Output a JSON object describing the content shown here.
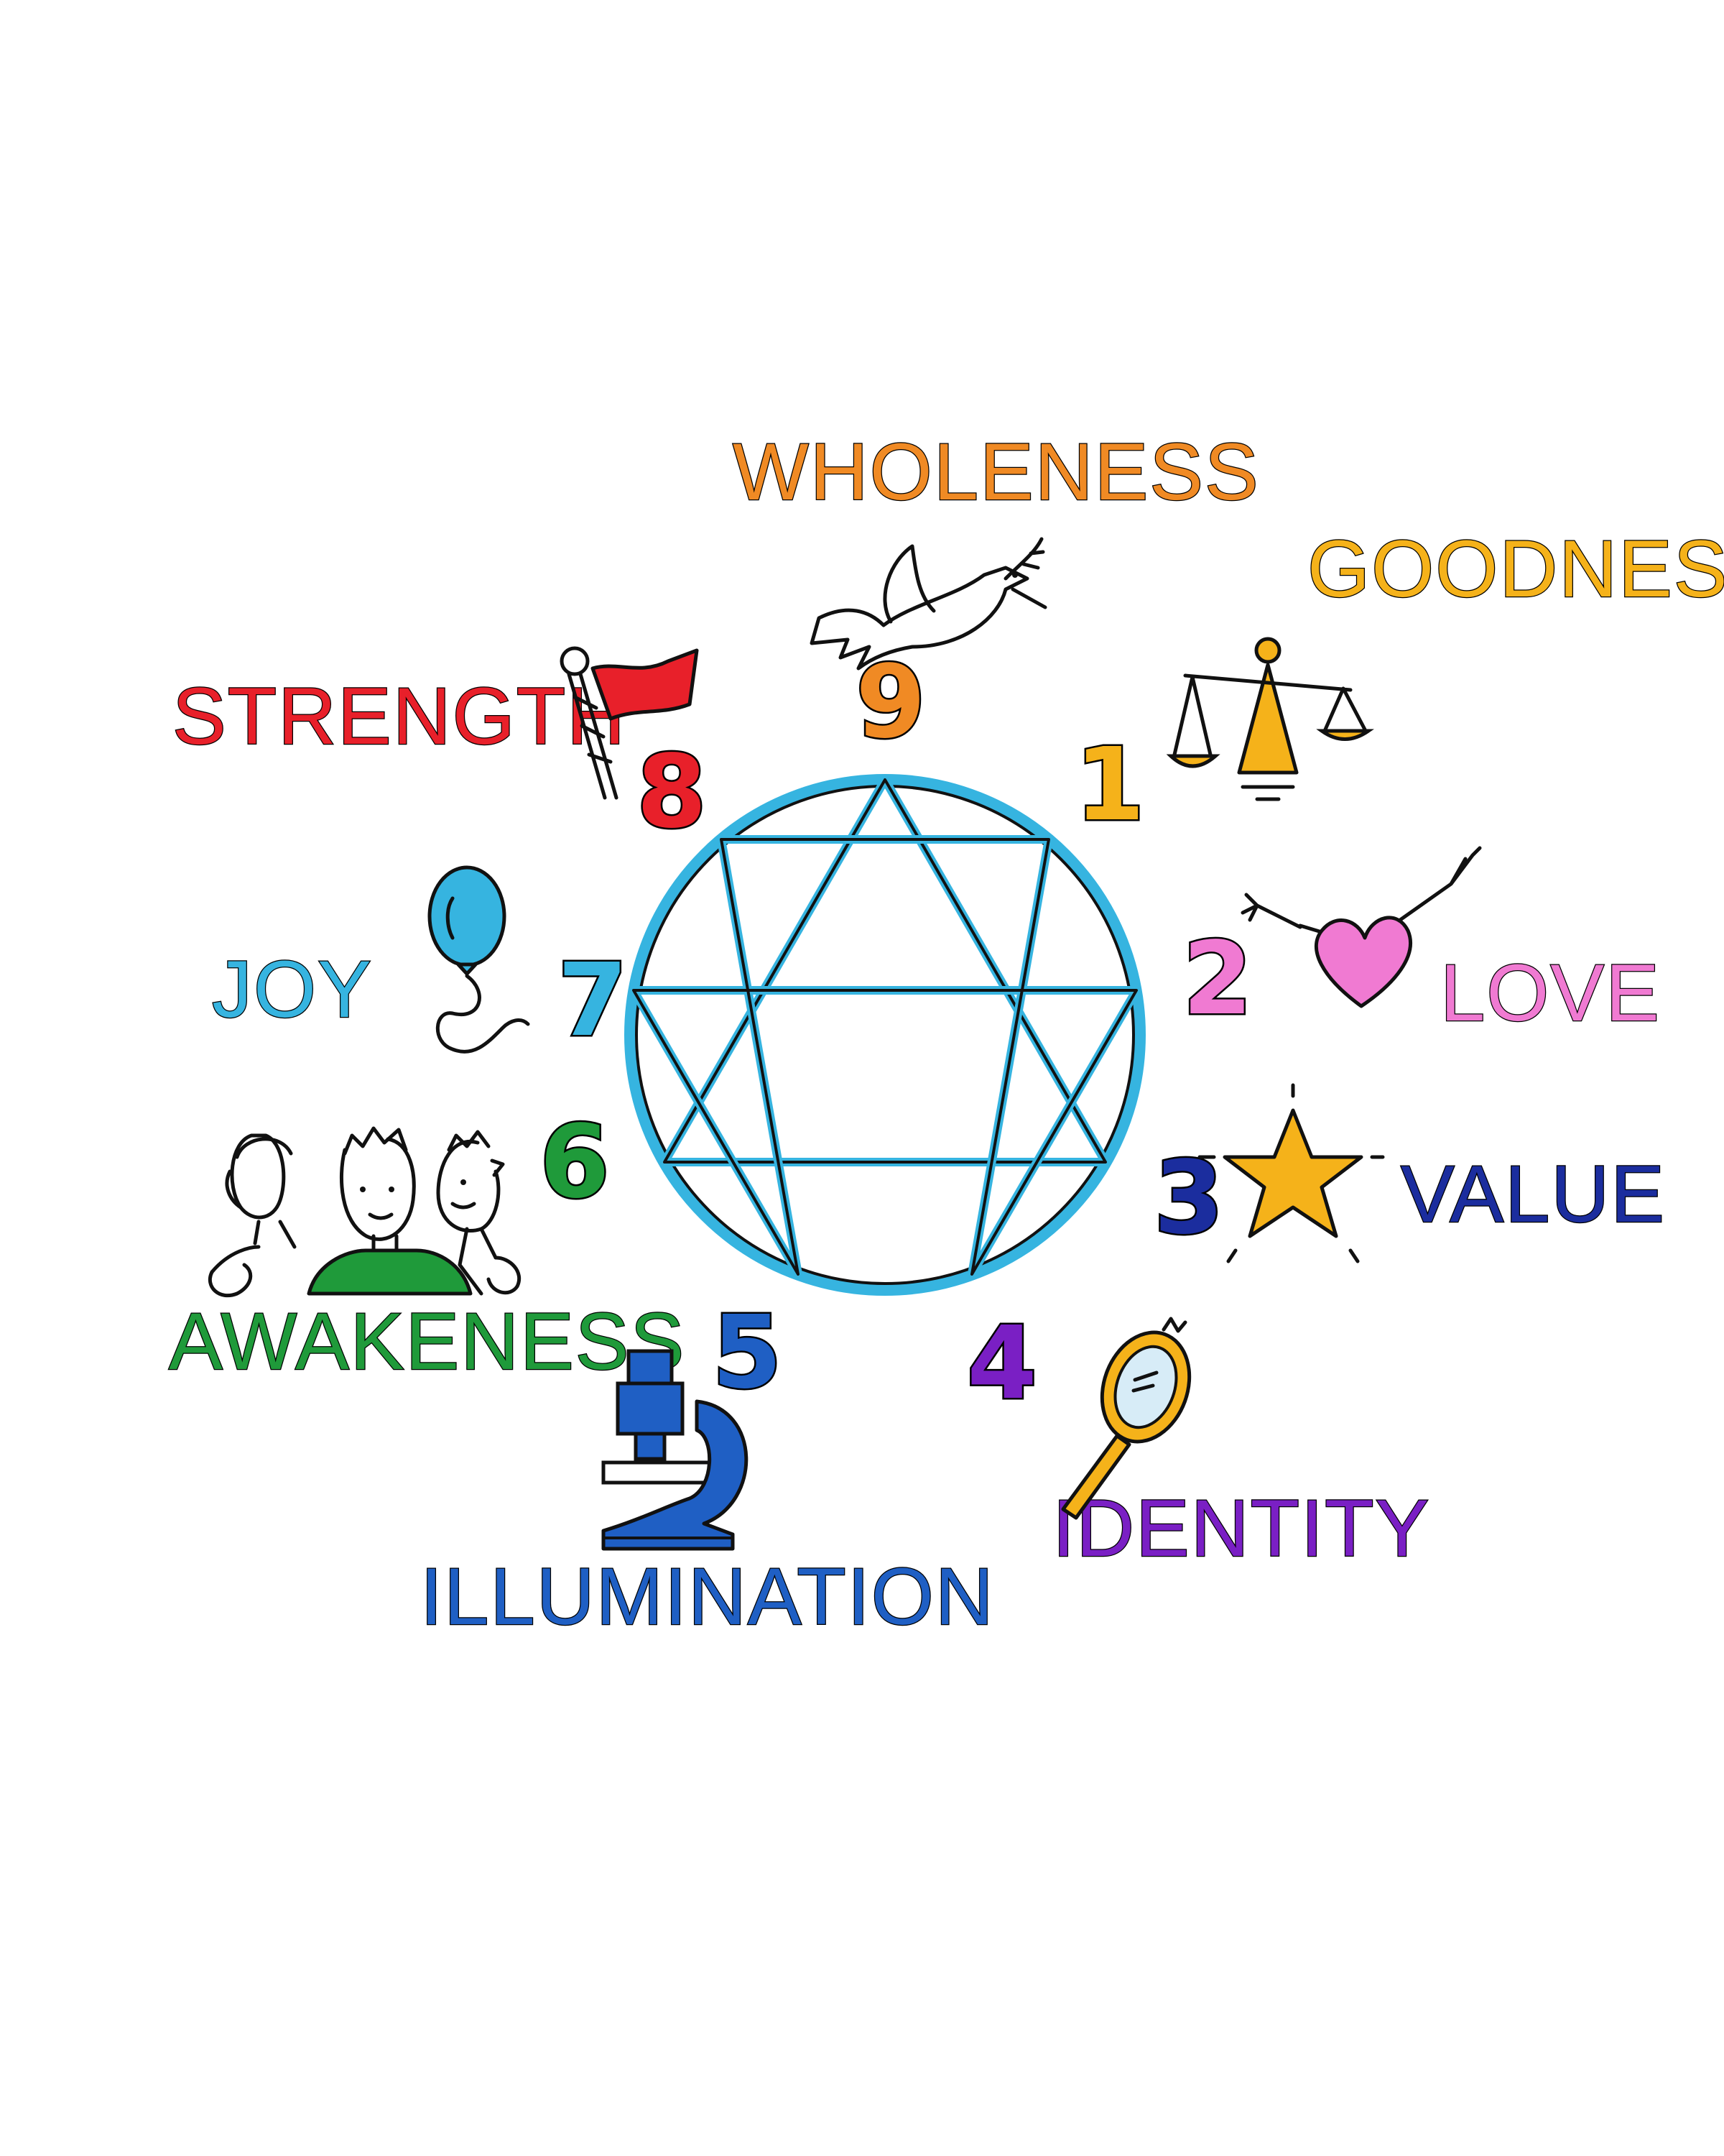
{
  "enneagram": {
    "ring_color": "#36b4e0",
    "points": [
      {
        "number": "9",
        "word": "WHOLENESS",
        "color": "#f08a24",
        "icon": "dove-icon"
      },
      {
        "number": "1",
        "word": "GOODNESS",
        "color": "#f5b21a",
        "icon": "scales-icon"
      },
      {
        "number": "2",
        "word": "LOVE",
        "color": "#f07ad2",
        "icon": "heart-icon"
      },
      {
        "number": "3",
        "word": "VALUE",
        "color": "#1b2d9e",
        "icon": "star-icon"
      },
      {
        "number": "4",
        "word": "IDENTITY",
        "color": "#7a1fc4",
        "icon": "hand-mirror-icon"
      },
      {
        "number": "5",
        "word": "ILLUMINATION",
        "color": "#1f5fc4",
        "icon": "microscope-icon"
      },
      {
        "number": "6",
        "word": "AWAKENESS",
        "color": "#1f9a3a",
        "icon": "people-group-icon"
      },
      {
        "number": "7",
        "word": "JOY",
        "color": "#36b4e0",
        "icon": "balloon-icon"
      },
      {
        "number": "8",
        "word": "STRENGTH",
        "color": "#e8202a",
        "icon": "flag-icon"
      }
    ]
  }
}
